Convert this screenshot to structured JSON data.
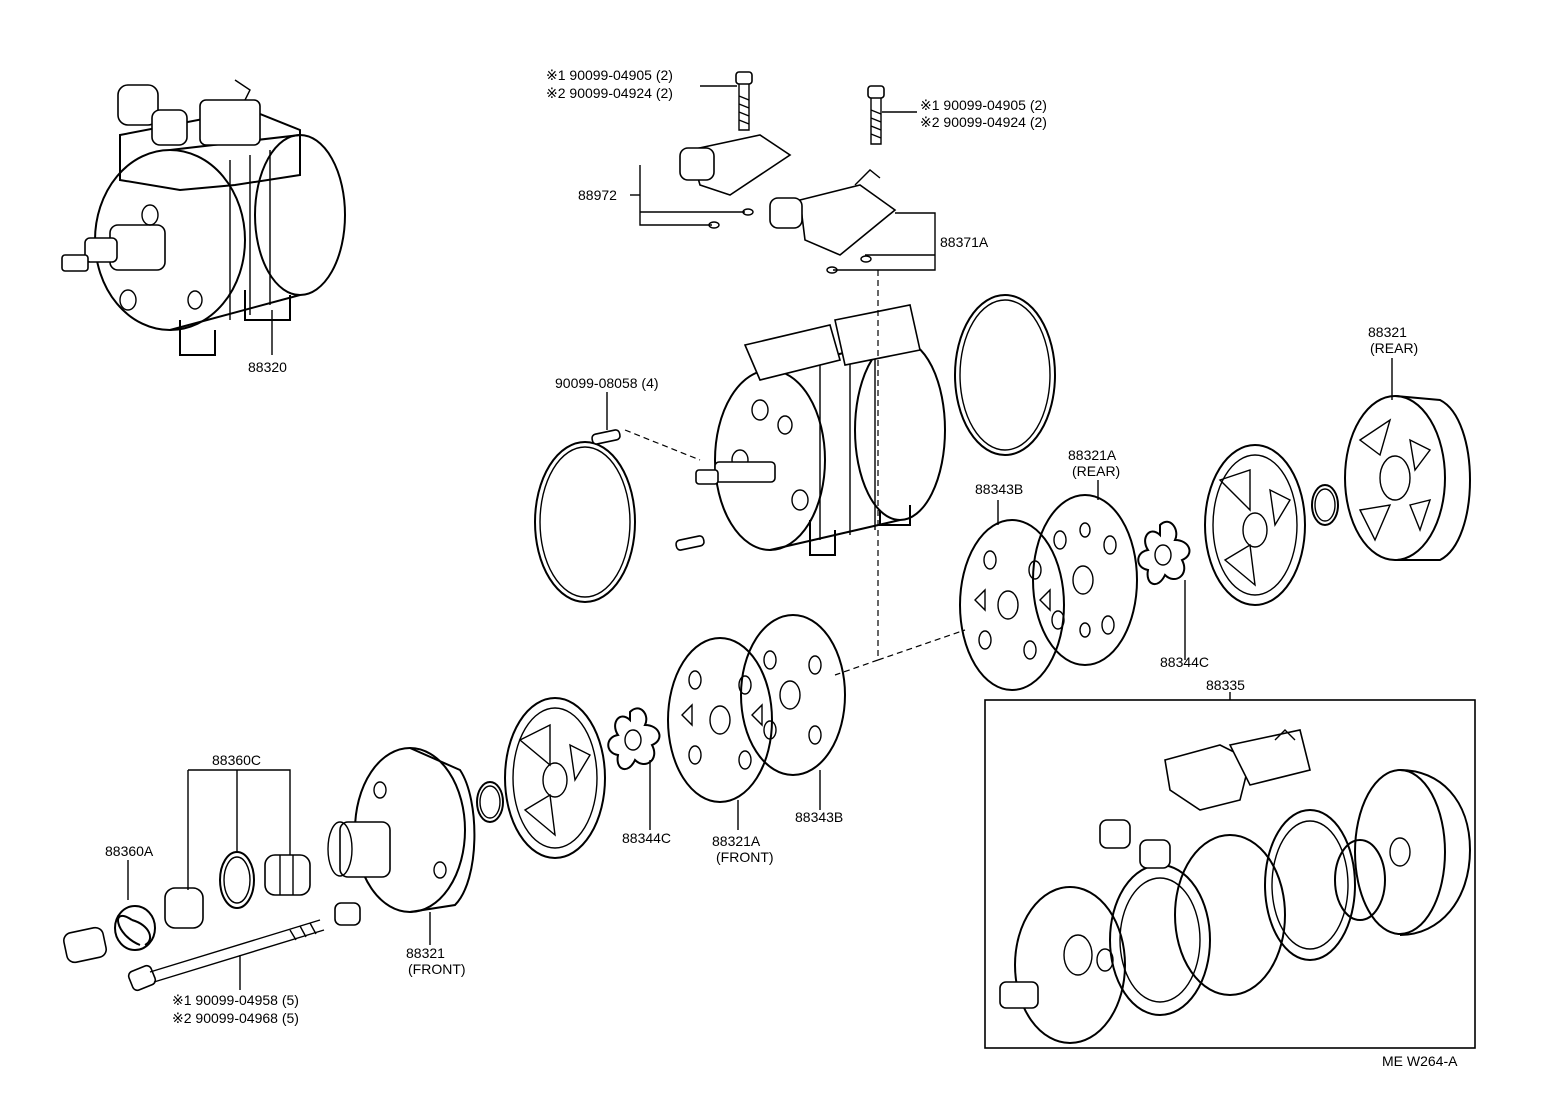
{
  "labels": {
    "bolt_top_left_1": "※1 90099-04905 (2)",
    "bolt_top_left_2": "※2 90099-04924 (2)",
    "bolt_top_right_1": "※1 90099-04905 (2)",
    "bolt_top_right_2": "※2 90099-04924 (2)",
    "p88972": "88972",
    "p88371A": "88371A",
    "p88320": "88320",
    "p90099_08058": "90099-08058 (4)",
    "p88321_rear": "88321",
    "p88321_rear_sub": "(REAR)",
    "p88321A_rear": "88321A",
    "p88321A_rear_sub": "(REAR)",
    "p88343B_upper": "88343B",
    "p88344C_right": "88344C",
    "p88335": "88335",
    "p88360C": "88360C",
    "p88360A": "88360A",
    "p88344C_left": "88344C",
    "p88321A_front": "88321A",
    "p88321A_front_sub": "(FRONT)",
    "p88343B_lower": "88343B",
    "p88321_front": "88321",
    "p88321_front_sub": "(FRONT)",
    "bolt_long_1": "※1 90099-04958 (5)",
    "bolt_long_2": "※2 90099-04968 (5)",
    "diagram_code": "ME  W264-A"
  }
}
